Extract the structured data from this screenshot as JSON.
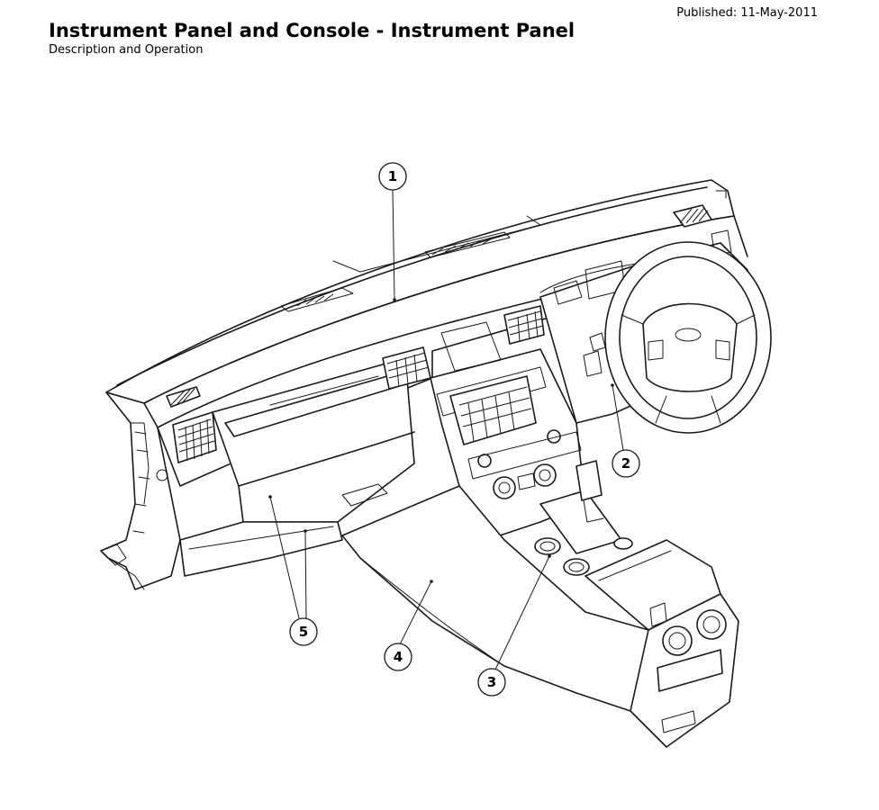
{
  "header": {
    "published": "Published: 11-May-2011",
    "title": "Instrument Panel and Console - Instrument Panel",
    "subtitle": "Description and Operation"
  },
  "callouts": [
    {
      "id": "callout-1",
      "label": "1"
    },
    {
      "id": "callout-2",
      "label": "2"
    },
    {
      "id": "callout-3",
      "label": "3"
    },
    {
      "id": "callout-4",
      "label": "4"
    },
    {
      "id": "callout-5",
      "label": "5"
    }
  ]
}
